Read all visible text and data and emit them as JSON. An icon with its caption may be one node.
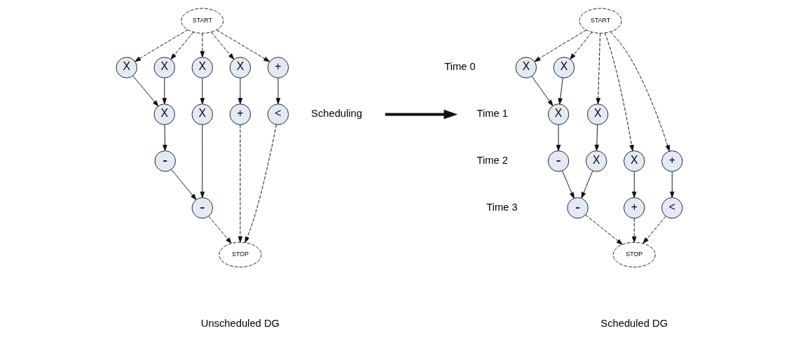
{
  "diagram": {
    "nodes": [
      {
        "text": [
          "START"
        ]
      },
      {
        "text": [
          "X"
        ]
      },
      {
        "text": [
          "X"
        ]
      },
      {
        "text": [
          "X"
        ]
      },
      {
        "text": [
          "X"
        ]
      },
      {
        "text": [
          "+"
        ]
      },
      {
        "text": [
          "X"
        ]
      },
      {
        "text": [
          "X"
        ]
      },
      {
        "text": [
          "+"
        ]
      },
      {
        "text": [
          "<"
        ]
      },
      {
        "text": [
          "-"
        ]
      },
      {
        "text": [
          "-"
        ]
      },
      {
        "text": [
          "STOP"
        ]
      },
      {
        "text": [
          "START"
        ]
      },
      {
        "text": [
          "X"
        ]
      },
      {
        "text": [
          "X"
        ]
      },
      {
        "text": [
          "X"
        ]
      },
      {
        "text": [
          "X"
        ]
      },
      {
        "text": [
          "-"
        ]
      },
      {
        "text": [
          "X"
        ]
      },
      {
        "text": [
          "X"
        ]
      },
      {
        "text": [
          "+"
        ]
      },
      {
        "text": [
          "-"
        ]
      },
      {
        "text": [
          "+"
        ]
      },
      {
        "text": [
          "<"
        ]
      },
      {
        "text": [
          "STOP"
        ]
      }
    ],
    "edges": [
      {
        "from": 0,
        "to": 1,
        "arrow": "to",
        "style": "dashed"
      },
      {
        "from": 0,
        "to": 2,
        "arrow": "to",
        "style": "dashed"
      },
      {
        "from": 0,
        "to": 3,
        "arrow": "to",
        "style": "dashed"
      },
      {
        "from": 0,
        "to": 4,
        "arrow": "to",
        "style": "dashed"
      },
      {
        "from": 0,
        "to": 5,
        "arrow": "to",
        "style": "dashed"
      },
      {
        "from": 1,
        "to": 6,
        "arrow": "to"
      },
      {
        "from": 2,
        "to": 6,
        "arrow": "to"
      },
      {
        "from": 3,
        "to": 7,
        "arrow": "to"
      },
      {
        "from": 4,
        "to": 8,
        "arrow": "to"
      },
      {
        "from": 5,
        "to": 9,
        "arrow": "to"
      },
      {
        "from": 6,
        "to": 10,
        "arrow": "to"
      },
      {
        "from": 10,
        "to": 11,
        "arrow": "to"
      },
      {
        "from": 7,
        "to": 11,
        "arrow": "to"
      },
      {
        "from": 11,
        "to": 12,
        "arrow": "to",
        "style": "dashed"
      },
      {
        "from": 8,
        "to": 12,
        "arrow": "to",
        "style": "dashed"
      },
      {
        "from": 9,
        "to": 12,
        "arrow": "to",
        "style": "dashed"
      },
      {
        "from": 13,
        "to": 14,
        "arrow": "to",
        "style": "dashed"
      },
      {
        "from": 13,
        "to": 15,
        "arrow": "to",
        "style": "dashed"
      },
      {
        "from": 13,
        "to": 17,
        "arrow": "to",
        "style": "dashed"
      },
      {
        "from": 13,
        "to": 20,
        "arrow": "to",
        "style": "dashed"
      },
      {
        "from": 13,
        "to": 21,
        "arrow": "to",
        "style": "dashed"
      },
      {
        "from": 14,
        "to": 16,
        "arrow": "to"
      },
      {
        "from": 15,
        "to": 16,
        "arrow": "to"
      },
      {
        "from": 16,
        "to": 18,
        "arrow": "to"
      },
      {
        "from": 17,
        "to": 19,
        "arrow": "to"
      },
      {
        "from": 18,
        "to": 22,
        "arrow": "to"
      },
      {
        "from": 19,
        "to": 22,
        "arrow": "to"
      },
      {
        "from": 20,
        "to": 23,
        "arrow": "to"
      },
      {
        "from": 21,
        "to": 24,
        "arrow": "to"
      },
      {
        "from": 22,
        "to": 25,
        "arrow": "to",
        "style": "dashed"
      },
      {
        "from": 23,
        "to": 25,
        "arrow": "to",
        "style": "dashed"
      },
      {
        "from": 24,
        "to": 25,
        "arrow": "to",
        "style": "dashed"
      }
    ],
    "labels": [
      "Scheduling",
      "Time 0",
      "Time 1",
      "Time 2",
      "Time 3",
      "Unscheduled DG",
      "Scheduled DG"
    ]
  }
}
